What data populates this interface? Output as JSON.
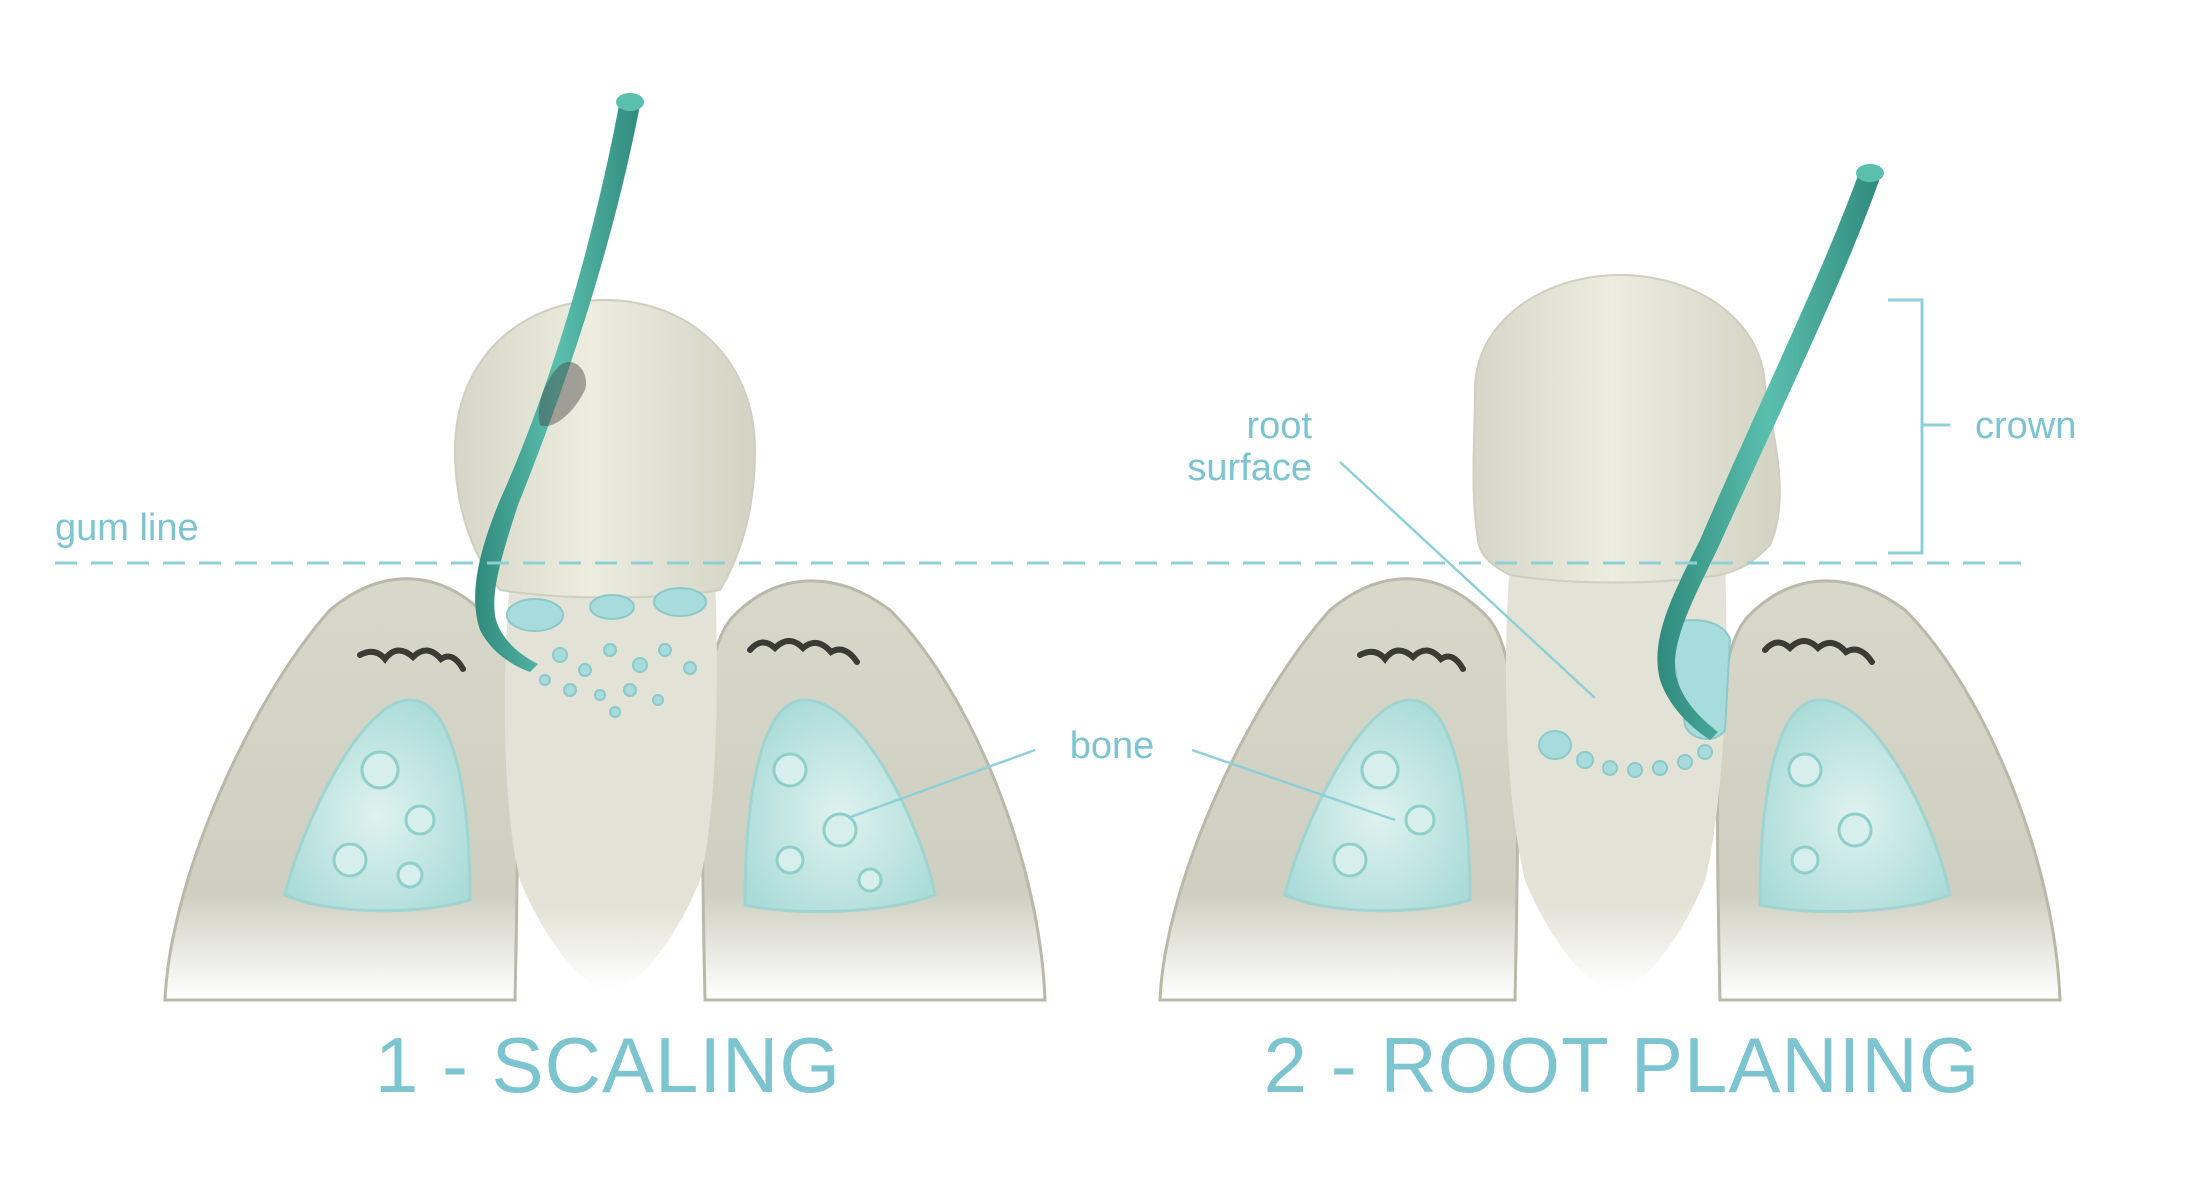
{
  "labels": {
    "gum_line": "gum line",
    "root_surface_line1": "root",
    "root_surface_line2": "surface",
    "crown": "crown",
    "bone": "bone"
  },
  "captions": {
    "step1": "1 - SCALING",
    "step2": "2 - ROOT PLANING"
  },
  "colors": {
    "label_text": "#7cc4cf",
    "tooth": "#e4e4d8",
    "tool": "#3e9e8e",
    "bone_fill": "#bfe4e2",
    "gum_line": "#8fd0d8"
  }
}
